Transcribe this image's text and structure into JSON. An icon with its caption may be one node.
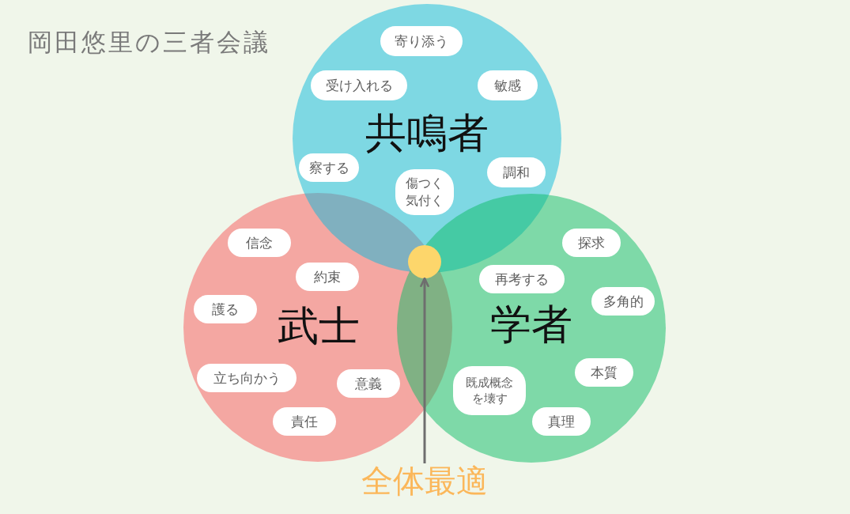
{
  "diagram": {
    "title": "岡田悠里の三者会議",
    "nodes": [
      {
        "text": [
          "共鳴者"
        ]
      },
      {
        "text": [
          "寄り添う"
        ],
        "in": 0
      },
      {
        "text": [
          "受け入れる"
        ],
        "in": 0
      },
      {
        "text": [
          "敏感"
        ],
        "in": 0
      },
      {
        "text": [
          "察する"
        ],
        "in": 0
      },
      {
        "text": [
          "調和"
        ],
        "in": 0
      },
      {
        "text": [
          "傷つく気付く"
        ],
        "in": 0
      },
      {
        "text": [
          "武士"
        ]
      },
      {
        "text": [
          "信念"
        ],
        "in": 7
      },
      {
        "text": [
          "約束"
        ],
        "in": 7
      },
      {
        "text": [
          "護る"
        ],
        "in": 7
      },
      {
        "text": [
          "立ち向かう"
        ],
        "in": 7
      },
      {
        "text": [
          "意義"
        ],
        "in": 7
      },
      {
        "text": [
          "責任"
        ],
        "in": 7
      },
      {
        "text": [
          "学者"
        ]
      },
      {
        "text": [
          "探求"
        ],
        "in": 14
      },
      {
        "text": [
          "再考する"
        ],
        "in": 14
      },
      {
        "text": [
          "多角的"
        ],
        "in": 14
      },
      {
        "text": [
          "本質"
        ],
        "in": 14
      },
      {
        "text": [
          "既成概念を壊す"
        ],
        "in": 14
      },
      {
        "text": [
          "真理"
        ],
        "in": 14
      },
      {
        "text": [],
        "shape": "circle"
      },
      {
        "text": [
          "全体最適"
        ]
      }
    ],
    "edges": [
      {
        "from": 22,
        "to": 21,
        "arrow": "to"
      }
    ]
  }
}
